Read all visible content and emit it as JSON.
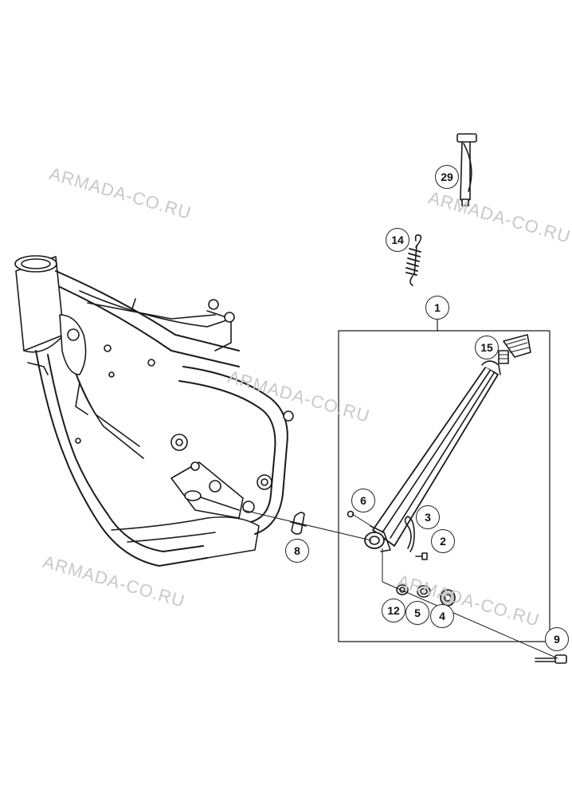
{
  "watermark": {
    "text": "ARMADA-CO.RU"
  },
  "callouts": {
    "c1": "1",
    "c2": "2",
    "c3": "3",
    "c4": "4",
    "c5": "5",
    "c6": "6",
    "c8": "8",
    "c9": "9",
    "c12": "12",
    "c14": "14",
    "c15": "15",
    "c29": "29"
  },
  "colors": {
    "line": "#1a1a1a",
    "fill": "#ffffff",
    "shade": "#d9d9d9",
    "watermark": "#c8c8c8"
  }
}
